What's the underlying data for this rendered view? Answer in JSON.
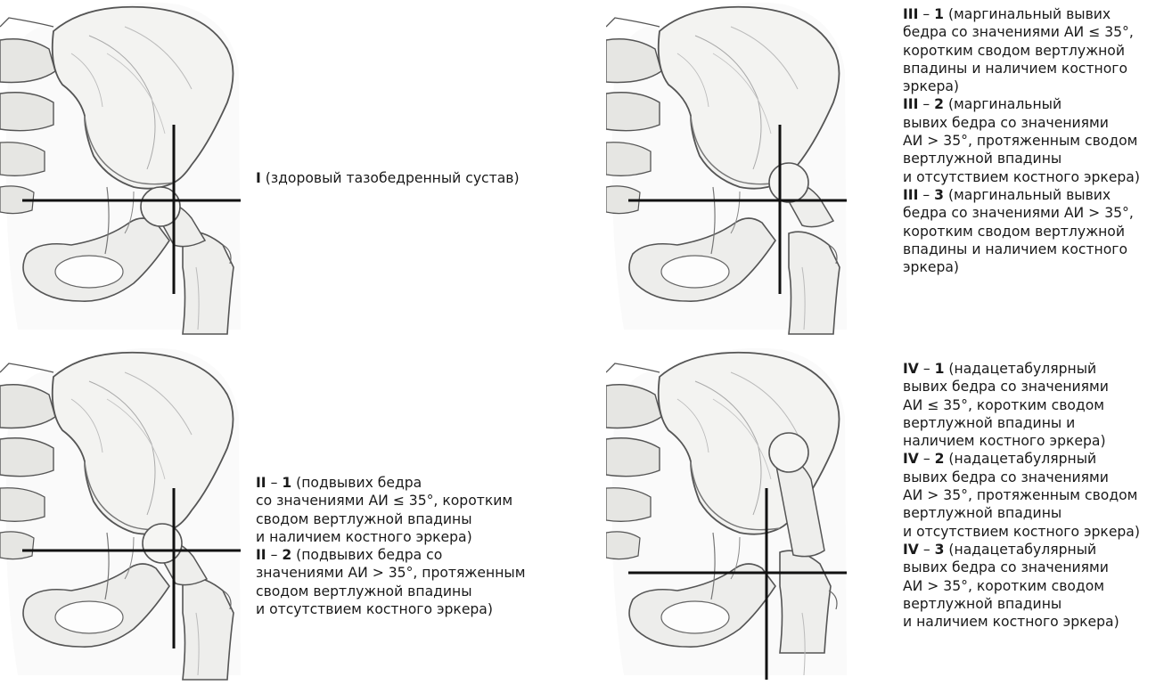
{
  "panels": [
    {
      "id": "I",
      "lines": [
        {
          "code": "I",
          "sep": "",
          "num": "",
          "text": " (здоровый тазобедренный сустав)"
        }
      ]
    },
    {
      "id": "II",
      "lines": [
        {
          "code": "II",
          "sep": " – ",
          "num": "1",
          "text": " (подвывих бедра"
        },
        {
          "code": "",
          "sep": "",
          "num": "",
          "text": "со значениями АИ ≤ 35°, коротким"
        },
        {
          "code": "",
          "sep": "",
          "num": "",
          "text": "сводом вертлужной впадины"
        },
        {
          "code": "",
          "sep": "",
          "num": "",
          "text": "и наличием костного эркера)"
        },
        {
          "code": "II",
          "sep": " – ",
          "num": "2",
          "text": " (подвывих бедра со"
        },
        {
          "code": "",
          "sep": "",
          "num": "",
          "text": "значениями АИ > 35°, протяженным"
        },
        {
          "code": "",
          "sep": "",
          "num": "",
          "text": "сводом вертлужной впадины"
        },
        {
          "code": "",
          "sep": "",
          "num": "",
          "text": "и отсутствием костного эркера)"
        }
      ]
    },
    {
      "id": "III",
      "lines": [
        {
          "code": "III",
          "sep": " – ",
          "num": "1",
          "text": " (маргинальный вывих"
        },
        {
          "code": "",
          "sep": "",
          "num": "",
          "text": "бедра со значениями АИ ≤ 35°,"
        },
        {
          "code": "",
          "sep": "",
          "num": "",
          "text": "коротким сводом вертлужной"
        },
        {
          "code": "",
          "sep": "",
          "num": "",
          "text": "впадины и наличием костного"
        },
        {
          "code": "",
          "sep": "",
          "num": "",
          "text": "эркера)"
        },
        {
          "code": "III",
          "sep": " – ",
          "num": "2",
          "text": " (маргинальный"
        },
        {
          "code": "",
          "sep": "",
          "num": "",
          "text": "вывих бедра со значениями"
        },
        {
          "code": "",
          "sep": "",
          "num": "",
          "text": "АИ > 35°, протяженным сводом"
        },
        {
          "code": "",
          "sep": "",
          "num": "",
          "text": "вертлужной впадины"
        },
        {
          "code": "",
          "sep": "",
          "num": "",
          "text": "и отсутствием костного эркера)"
        },
        {
          "code": "III",
          "sep": " – ",
          "num": "3",
          "text": " (маргинальный вывих"
        },
        {
          "code": "",
          "sep": "",
          "num": "",
          "text": "бедра со значениями АИ > 35°,"
        },
        {
          "code": "",
          "sep": "",
          "num": "",
          "text": "коротким сводом вертлужной"
        },
        {
          "code": "",
          "sep": "",
          "num": "",
          "text": "впадины и наличием костного"
        },
        {
          "code": "",
          "sep": "",
          "num": "",
          "text": "эркера)"
        }
      ]
    },
    {
      "id": "IV",
      "lines": [
        {
          "code": "IV",
          "sep": " – ",
          "num": "1",
          "text": " (надацетабулярный"
        },
        {
          "code": "",
          "sep": "",
          "num": "",
          "text": "вывих бедра со значениями"
        },
        {
          "code": "",
          "sep": "",
          "num": "",
          "text": "АИ ≤ 35°, коротким сводом"
        },
        {
          "code": "",
          "sep": "",
          "num": "",
          "text": "вертлужной впадины и"
        },
        {
          "code": "",
          "sep": "",
          "num": "",
          "text": "наличием костного эркера)"
        },
        {
          "code": "IV",
          "sep": " – ",
          "num": "2",
          "text": " (надацетабулярный"
        },
        {
          "code": "",
          "sep": "",
          "num": "",
          "text": "вывих бедра со значениями"
        },
        {
          "code": "",
          "sep": "",
          "num": "",
          "text": "АИ > 35°, протяженным сводом"
        },
        {
          "code": "",
          "sep": "",
          "num": "",
          "text": "вертлужной впадины"
        },
        {
          "code": "",
          "sep": "",
          "num": "",
          "text": "и отсутствием костного эркера)"
        },
        {
          "code": "IV",
          "sep": " – ",
          "num": "3",
          "text": " (надацетабулярный"
        },
        {
          "code": "",
          "sep": "",
          "num": "",
          "text": "вывих бедра со значениями"
        },
        {
          "code": "",
          "sep": "",
          "num": "",
          "text": "АИ > 35°, коротким сводом"
        },
        {
          "code": "",
          "sep": "",
          "num": "",
          "text": "вертлужной впадины"
        },
        {
          "code": "",
          "sep": "",
          "num": "",
          "text": "и наличием костного эркера)"
        }
      ]
    }
  ],
  "colors": {
    "bone_fill": "#f1f1ef",
    "bone_shade": "#b9b9b6",
    "outline": "#555555",
    "crosshair": "#111111"
  }
}
